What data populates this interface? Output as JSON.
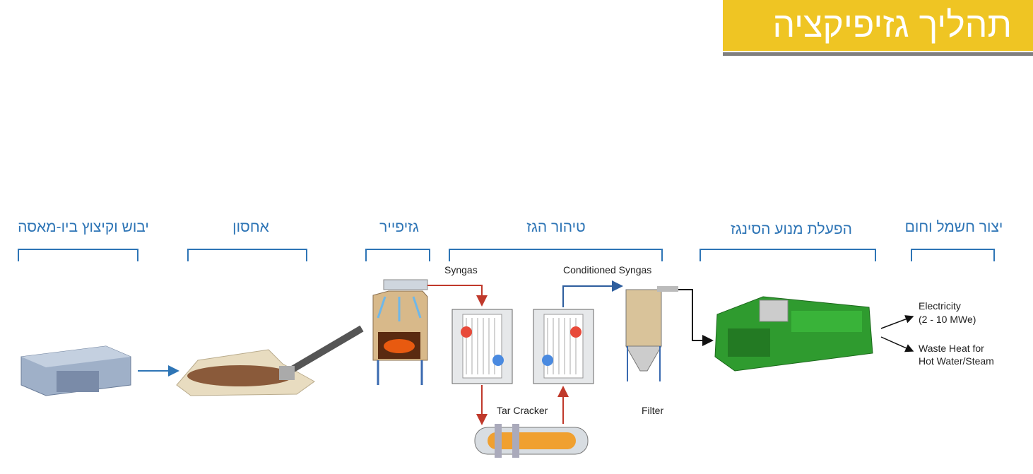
{
  "title": "תהליך גזיפיקציה",
  "stages": [
    {
      "label": "יבוש וקיצוץ ביו-מאסה"
    },
    {
      "label": "אחסון"
    },
    {
      "label": "גזיפייר"
    },
    {
      "label": "טיהור הגז"
    },
    {
      "label": "הפעלת מנוע הסינגז"
    },
    {
      "label": "יצור חשמל וחום"
    }
  ],
  "diagram_labels": {
    "syngas": "Syngas",
    "conditioned_syngas": "Conditioned Syngas",
    "tar_cracker": "Tar Cracker",
    "filter": "Filter",
    "electricity": "Electricity",
    "electricity_range": "(2 - 10 MWe)",
    "waste_heat_line1": "Waste Heat for",
    "waste_heat_line2": "Hot Water/Steam"
  },
  "colors": {
    "accent": "#EFC523",
    "label": "#2E75B6",
    "syngas_arrow": "#C0392B",
    "conditioned_arrow": "#2E5E9E"
  }
}
